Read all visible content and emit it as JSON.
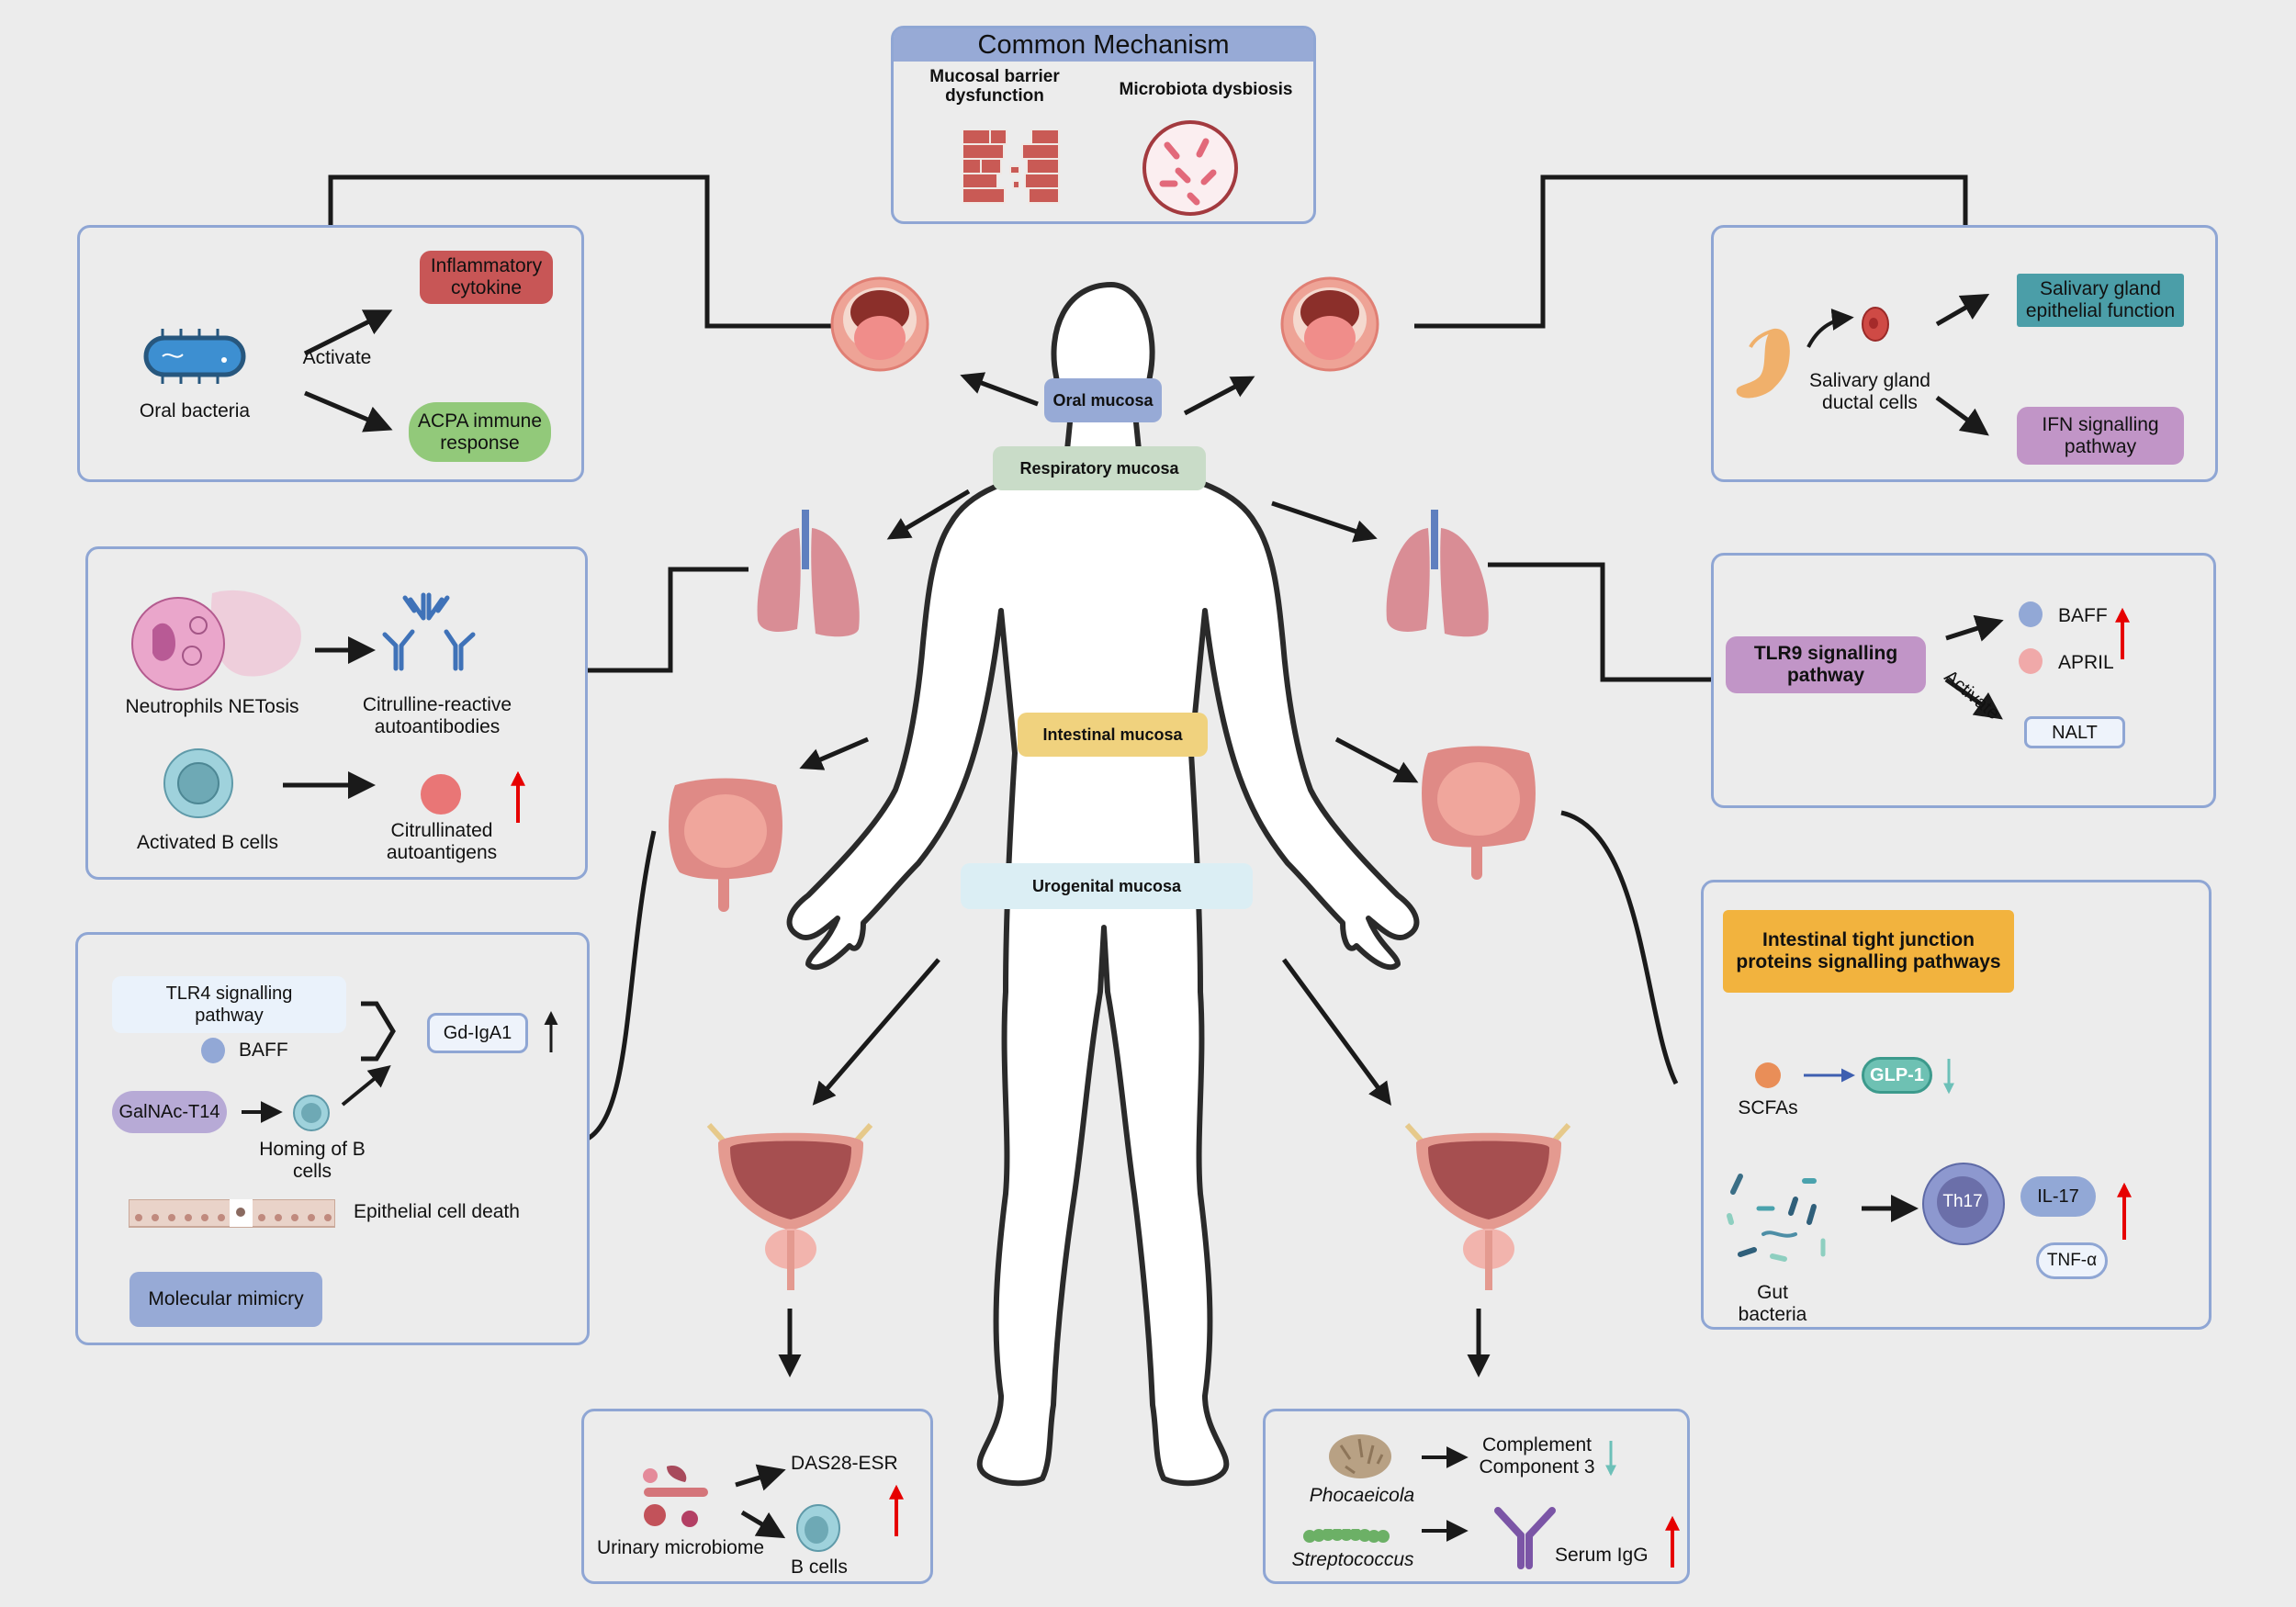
{
  "common_mechanism": {
    "title": "Common Mechanism",
    "items": [
      {
        "label_1": "Mucosal barrier",
        "label_2": "dysfunction",
        "icon": "broken-brick-wall-icon"
      },
      {
        "label": "Microbiota dysbiosis",
        "icon": "bacteria-petri-dish-icon"
      }
    ]
  },
  "mucosa_labels": {
    "oral": "Oral mucosa",
    "respiratory": "Respiratory mucosa",
    "intestinal": "Intestinal mucosa",
    "urogenital": "Urogenital mucosa"
  },
  "colors": {
    "oral": "#97aad6",
    "respiratory": "#c9dcc8",
    "intestinal": "#f0d27e",
    "urogenital": "#dbeef4",
    "panel_border": "#8fa6d4",
    "up_arrow": "#e60000",
    "down_arrow": "#6cc0b8"
  },
  "oral_left": {
    "source": "Oral bacteria",
    "verb": "Activate",
    "targets": [
      {
        "line1": "Inflammatory",
        "line2": "cytokine",
        "color": "#c85656"
      },
      {
        "line1": "ACPA immune",
        "line2": "response",
        "color": "#92c97a"
      }
    ]
  },
  "respiratory_left": {
    "netosis_label": "Neutrophils NETosis",
    "antibody_1": "Citrulline-reactive",
    "antibody_2": "autoantibodies",
    "bcell_label": "Activated  B cells",
    "antigen_1": "Citrullinated",
    "antigen_2": "autoantigens",
    "trend": "up"
  },
  "intestinal_left": {
    "tlr4_1": "TLR4 signalling",
    "tlr4_2": "pathway",
    "baff": "BAFF",
    "galnac": "GalNAc-T14",
    "homing_1": "Homing of B",
    "homing_2": "cells",
    "gdiga": "Gd-IgA1",
    "trend": "up",
    "epithelial": "Epithelial cell death",
    "mimicry": "Molecular mimicry"
  },
  "urogenital_left": {
    "source": "Urinary microbiome",
    "target_1": "DAS28-ESR",
    "target_2": "B cells",
    "trend": "up"
  },
  "oral_right": {
    "source_1": "Salivary gland",
    "source_2": "ductal cells",
    "targets": [
      {
        "line1": "Salivary gland",
        "line2": "epithelial function",
        "color": "#4b9ea8"
      },
      {
        "line1": "IFN signalling",
        "line2": "pathway",
        "color": "#c195c7"
      }
    ]
  },
  "respiratory_right": {
    "pathway_1": "TLR9 signalling",
    "pathway_2": "pathway",
    "verb": "Activate",
    "baff": "BAFF",
    "april": "APRIL",
    "nalt": "NALT",
    "trend": "up"
  },
  "intestinal_right": {
    "header_1": "Intestinal tight junction",
    "header_2": "proteins signalling pathways",
    "scfa": "SCFAs",
    "glp1": "GLP-1",
    "glp1_trend": "down",
    "gut": "Gut bacteria",
    "th17": "Th17",
    "il17": "IL-17",
    "tnf": "TNF-α",
    "trend": "up"
  },
  "urogenital_right": {
    "phoc": "Phocaeicola",
    "strep": "Streptococcus",
    "comp_1": "Complement",
    "comp_2": "Component 3",
    "comp_trend": "down",
    "igg": "Serum IgG",
    "igg_trend": "up"
  }
}
